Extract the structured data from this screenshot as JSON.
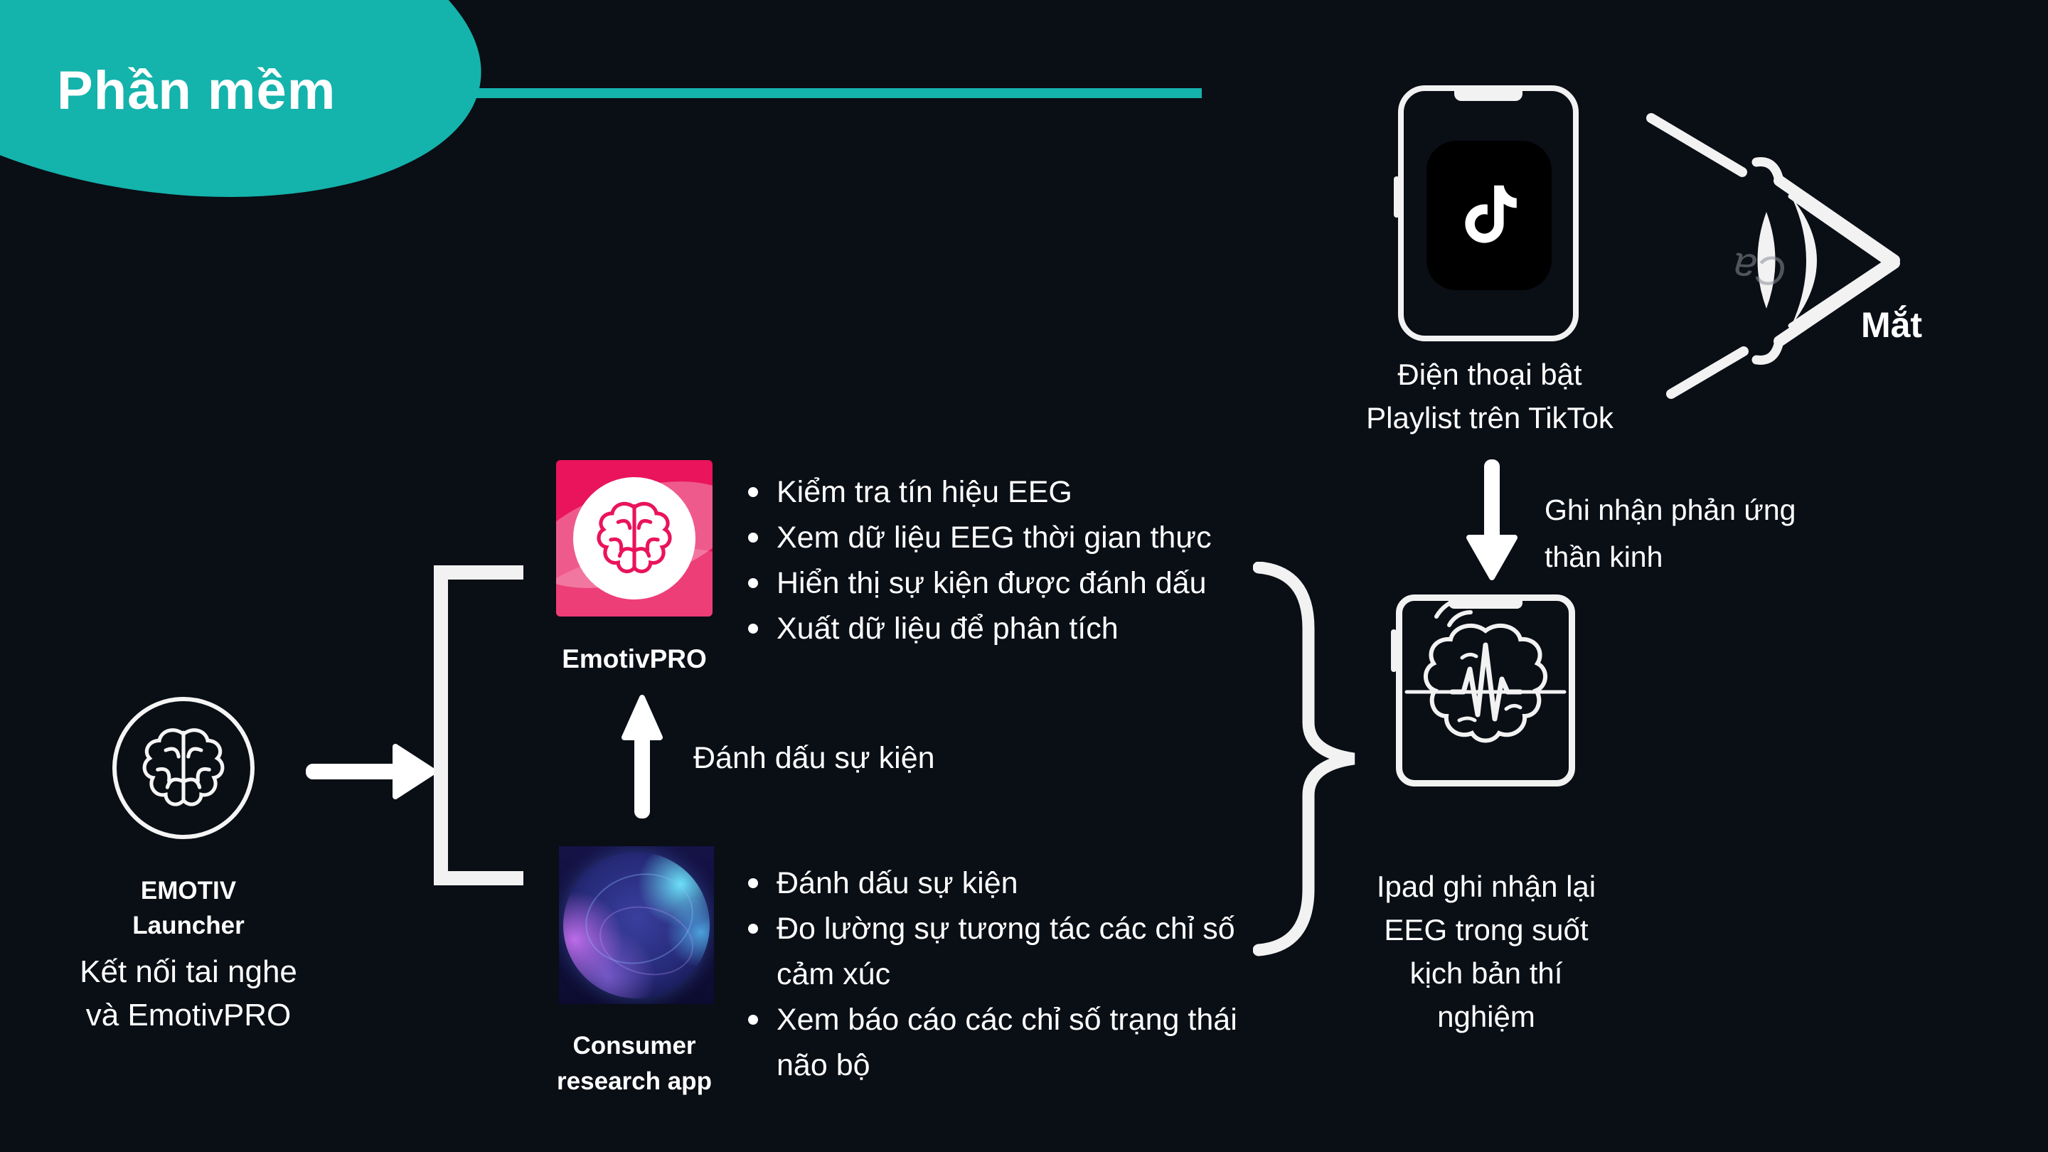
{
  "page": {
    "background": "#0a0e15",
    "accent_teal": "#14b3ab",
    "brand_pink": "#e9145b",
    "title_bubble": "Phần mềm"
  },
  "icons": {
    "tiktok": "tiktok-note-icon",
    "phone": "smartphone-outline-icon",
    "eye": "eye-icon",
    "ipad": "tablet-brain-eeg-icon",
    "launcher": "brain-circle-icon",
    "emotivpro": "brain-app-icon",
    "consumer": "particle-sphere-icon",
    "arrows": "flow-arrow-icons"
  },
  "top_right": {
    "phone_caption_line1": "Điện thoại bật",
    "phone_caption_line2": "Playlist trên TikTok",
    "eye_label": "Mắt",
    "reaction_line1": "Ghi nhận phản ứng",
    "reaction_line2": "thần kinh"
  },
  "ipad": {
    "caption_line1": "Ipad ghi nhận lại",
    "caption_line2": "EEG trong suốt",
    "caption_line3": "kịch bản thí",
    "caption_line4": "nghiệm"
  },
  "launcher": {
    "name_line1": "EMOTIV",
    "name_line2": "Launcher",
    "desc_line1": "Kết nối tai nghe",
    "desc_line2": "và EmotivPRO"
  },
  "emotivpro": {
    "label": "EmotivPRO",
    "bullets": [
      "Kiểm tra tín hiệu EEG",
      "Xem dữ liệu EEG thời gian thực",
      "Hiển thị sự kiện được đánh dấu",
      "Xuất dữ liệu để phân tích"
    ]
  },
  "consumer": {
    "label_line1": "Consumer",
    "label_line2": "research app",
    "bullets": [
      "Đánh dấu sự kiện",
      "Đo lường sự tương tác các chỉ số cảm xúc",
      "Xem báo cáo các chỉ số trạng thái não bộ"
    ]
  },
  "flow": {
    "event_marker_label": "Đánh dấu sự kiện"
  }
}
